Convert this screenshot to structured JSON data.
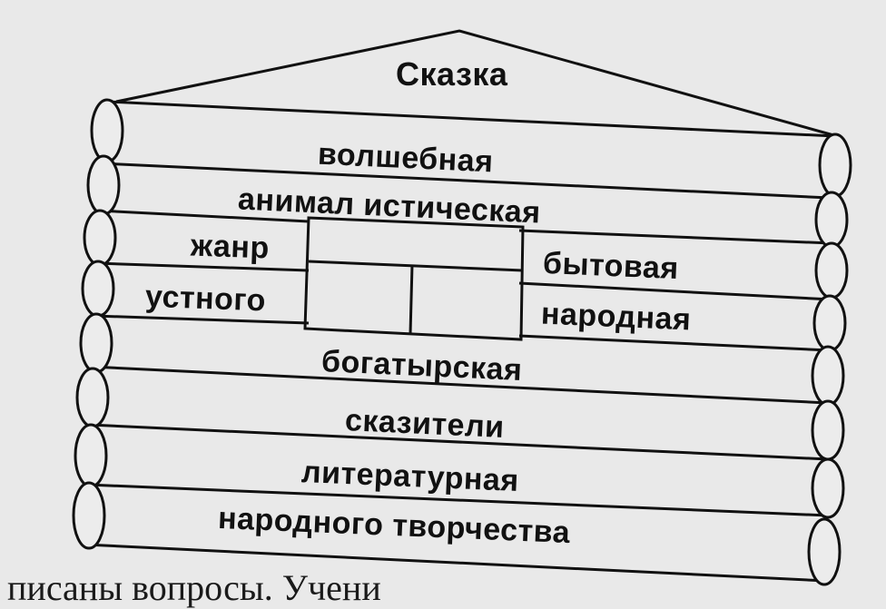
{
  "diagram": {
    "roof_title": "Сказка",
    "logs": [
      "волшебная",
      "анимал истическая",
      "богатырская",
      "сказители",
      "литературная",
      "народного творчества"
    ],
    "window_left": [
      "жанр",
      "устного"
    ],
    "window_right": [
      "бытовая",
      "народная"
    ]
  },
  "caption": "писаны вопросы. Учени"
}
